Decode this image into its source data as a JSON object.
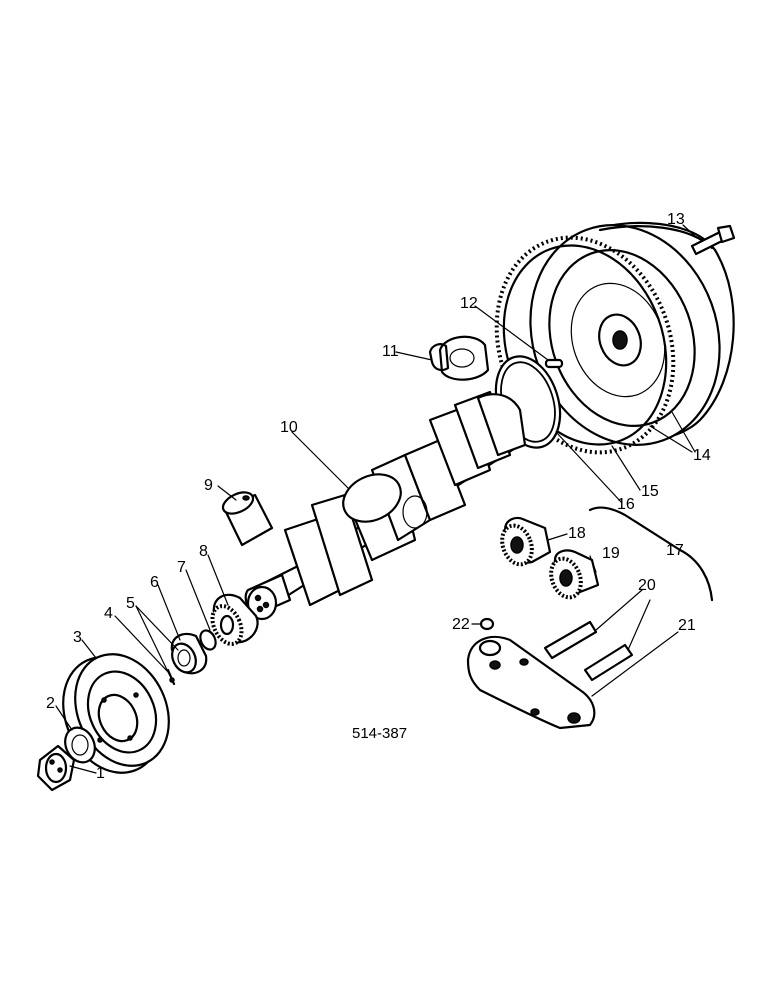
{
  "figure": {
    "reference_code": "514-387",
    "callouts": [
      "1",
      "2",
      "3",
      "4",
      "5",
      "6",
      "7",
      "8",
      "9",
      "10",
      "11",
      "12",
      "13",
      "14",
      "15",
      "16",
      "17",
      "18",
      "19",
      "20",
      "21",
      "22"
    ]
  }
}
